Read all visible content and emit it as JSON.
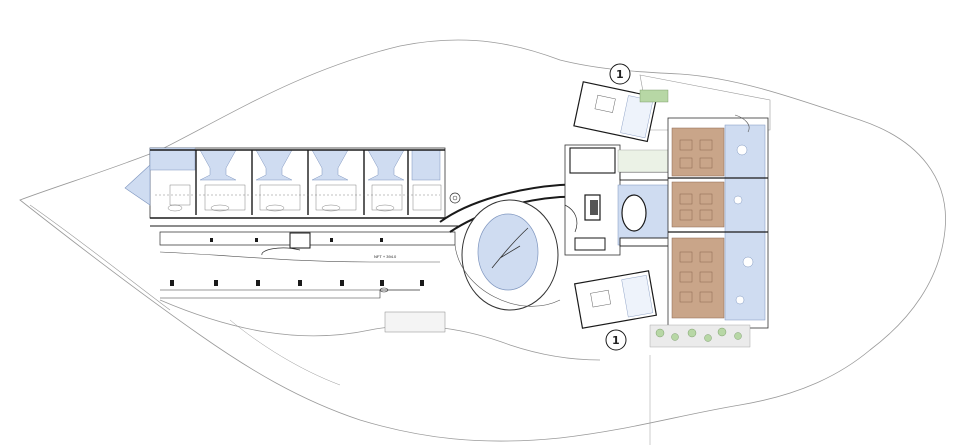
{
  "drawing": {
    "north_marker_top": "1",
    "north_marker_bottom": "1",
    "corridor_label": "NFT + 394.0"
  },
  "colors": {
    "line": "#333333",
    "light_line": "#9a9a9a",
    "water": "#cfdcf1",
    "water_stroke": "#7f96bf",
    "wood": "#c9a589",
    "wood_dark": "#8a6650",
    "green": "#b7d7a5",
    "grass": "#ebebeb",
    "wall": "#1a1a1a"
  }
}
